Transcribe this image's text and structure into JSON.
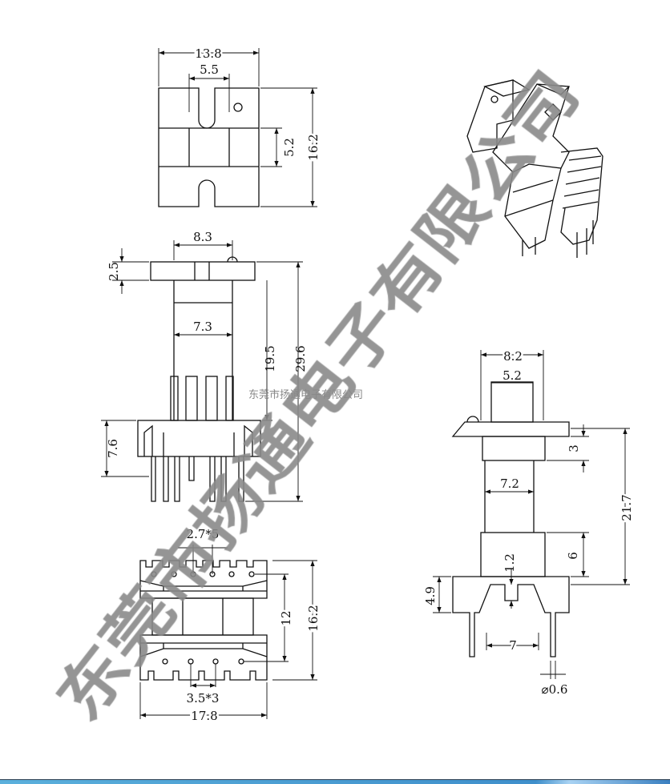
{
  "title": "EE/EF bobbin dimension drawing",
  "top_view": {
    "width": "13.8",
    "slot": "5.5",
    "mid": "5.2",
    "height": "16.2"
  },
  "side_view": {
    "flange_w": "8.3",
    "flange_t": "2.5",
    "core": "7.3",
    "body_h": "19.5",
    "total_h": "29.6",
    "base_h": "7.6"
  },
  "bottom_view": {
    "pitch_top": "2.7*5",
    "row_gap": "12",
    "height": "16.2",
    "pitch_bottom": "3.5*3",
    "width": "17.8"
  },
  "right_view": {
    "width": "8.2",
    "window": "5.2",
    "flange_t": "3",
    "core": "7.2",
    "height": "21.7",
    "base": "6",
    "offset": "1.2",
    "base_h": "4.9",
    "pin_span": "7",
    "pin_dia": "⌀0.6"
  },
  "watermark": {
    "large": "东莞市扬通电子有限公司",
    "small": "东莞市扬通电子有限公司"
  }
}
